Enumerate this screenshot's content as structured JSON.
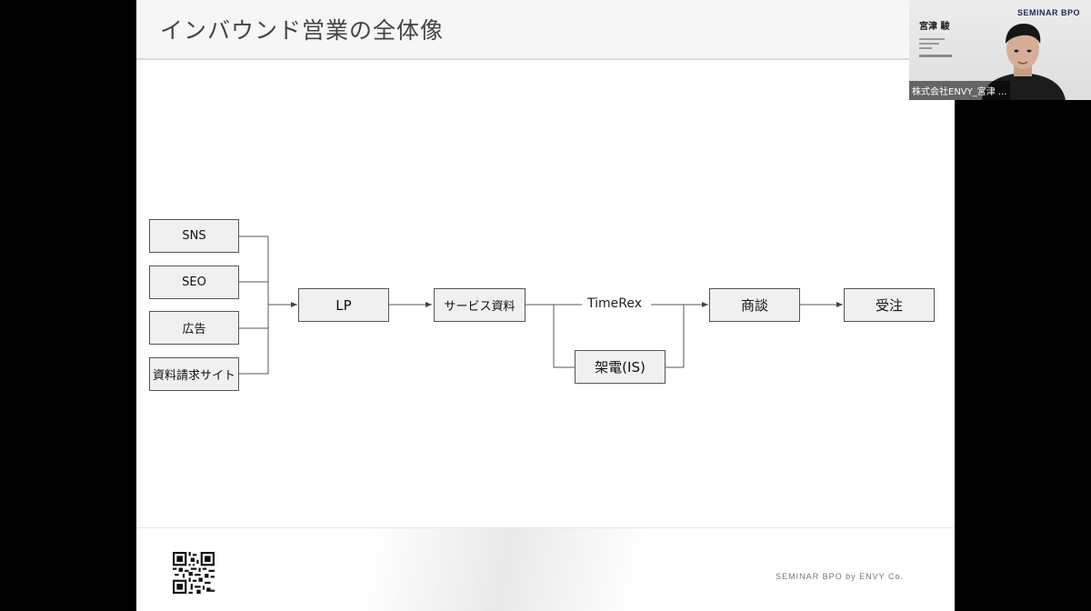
{
  "slide": {
    "title": "インバウンド営業の全体像",
    "footer_credit": "SEMINAR BPO by ENVY Co."
  },
  "diagram": {
    "sources": [
      "SNS",
      "SEO",
      "広告",
      "資料請求サイト"
    ],
    "lp": "LP",
    "service_doc": "サービス資料",
    "timerex": "TimeRex",
    "call": "架電(IS)",
    "meeting": "商談",
    "order": "受注"
  },
  "webcam": {
    "brand": "SEMINAR BPO",
    "card_name": "宮津 駿",
    "label": "株式会社ENVY_宮津 ..."
  },
  "colors": {
    "box_fill": "#f0f0f0",
    "box_border": "#555555",
    "header_bg": "#f6f6f6"
  }
}
